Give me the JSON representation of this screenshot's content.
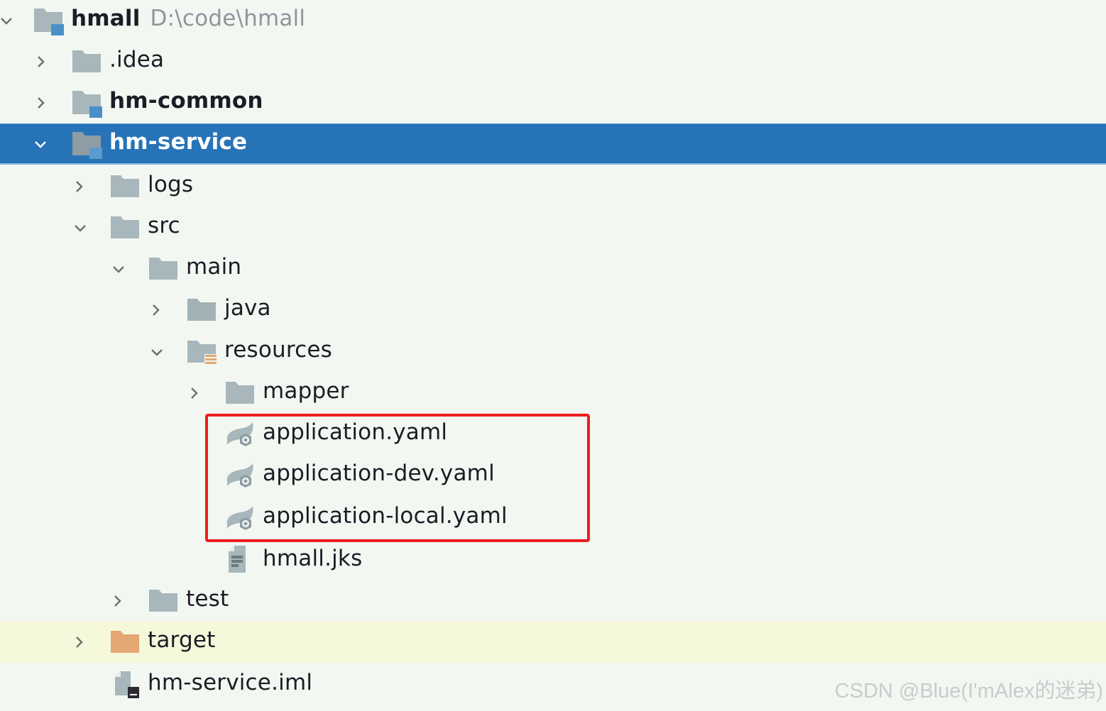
{
  "project_tree": {
    "root": {
      "label": "hmall",
      "path": "D:\\code\\hmall",
      "expanded": true
    },
    "items": [
      {
        "label": ".idea",
        "depth": 1,
        "type": "folder",
        "expanded": false
      },
      {
        "label": "hm-common",
        "depth": 1,
        "type": "module",
        "expanded": false,
        "bold": true
      },
      {
        "label": "hm-service",
        "depth": 1,
        "type": "module",
        "expanded": true,
        "bold": true,
        "selected": true
      },
      {
        "label": "logs",
        "depth": 2,
        "type": "folder",
        "expanded": false
      },
      {
        "label": "src",
        "depth": 2,
        "type": "folder",
        "expanded": true
      },
      {
        "label": "main",
        "depth": 3,
        "type": "folder",
        "expanded": true
      },
      {
        "label": "java",
        "depth": 4,
        "type": "source-folder",
        "expanded": false
      },
      {
        "label": "resources",
        "depth": 4,
        "type": "resources-folder",
        "expanded": true
      },
      {
        "label": "mapper",
        "depth": 5,
        "type": "folder",
        "expanded": false
      },
      {
        "label": "application.yaml",
        "depth": 5,
        "type": "yaml-file"
      },
      {
        "label": "application-dev.yaml",
        "depth": 5,
        "type": "yaml-file"
      },
      {
        "label": "application-local.yaml",
        "depth": 5,
        "type": "yaml-file"
      },
      {
        "label": "hmall.jks",
        "depth": 5,
        "type": "keystore-file"
      },
      {
        "label": "test",
        "depth": 3,
        "type": "folder",
        "expanded": false
      },
      {
        "label": "target",
        "depth": 2,
        "type": "excluded-folder",
        "expanded": false,
        "highlighted": true
      },
      {
        "label": "hm-service.iml",
        "depth": 2,
        "type": "iml-file"
      }
    ]
  },
  "annotation": {
    "highlight_box_color": "#ee1c1c",
    "highlighted_items": [
      "application.yaml",
      "application-dev.yaml",
      "application-local.yaml"
    ]
  },
  "colors": {
    "selection": "#2773b7",
    "excluded_row": "#f6f8db",
    "folder": "#a7b7bb",
    "module_badge": "#4a90c8",
    "excluded_folder": "#e4a873"
  },
  "watermark": "CSDN @Blue(I'mAlex的迷弟)"
}
